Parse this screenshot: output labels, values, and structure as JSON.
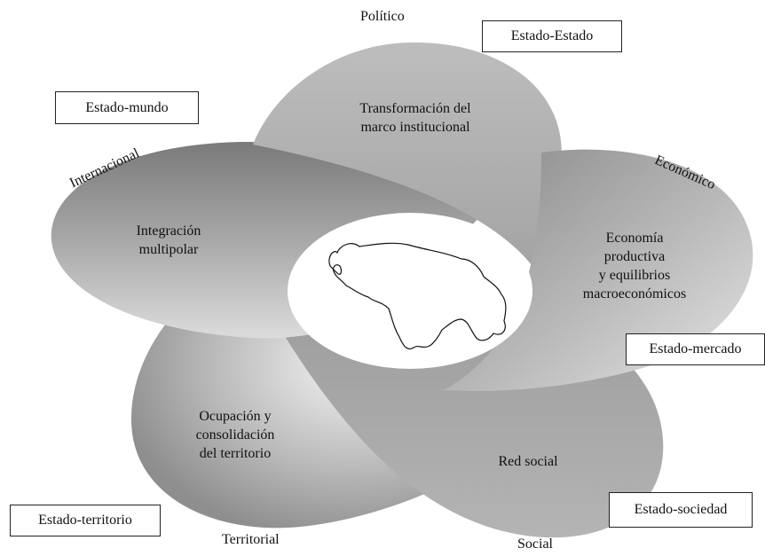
{
  "title": "",
  "dimensions": [
    {
      "key": "politico",
      "label": "Político",
      "box": "Estado-Estado",
      "text": [
        "Transformación del",
        "marco institucional"
      ]
    },
    {
      "key": "economico",
      "label": "Económico",
      "box": "Estado-mercado",
      "text": [
        "Economía",
        "productiva",
        "y equilibrios",
        "macroeconómicos"
      ]
    },
    {
      "key": "social",
      "label": "Social",
      "box": "Estado-sociedad",
      "text": [
        "Red social"
      ]
    },
    {
      "key": "territorial",
      "label": "Territorial",
      "box": "Estado-territorio",
      "text": [
        "Ocupación y",
        "consolidación",
        "del territorio"
      ]
    },
    {
      "key": "internacional",
      "label": "Internacional",
      "box": "Estado-mundo",
      "text": [
        "Integración",
        "multipolar"
      ]
    }
  ],
  "colors": {
    "petal_light": "#d6d6d6",
    "petal_mid": "#acacac",
    "petal_dark": "#8a8a8a",
    "center": "#ffffff",
    "outline": "#111111"
  },
  "center_icon": "venezuela-map-outline"
}
